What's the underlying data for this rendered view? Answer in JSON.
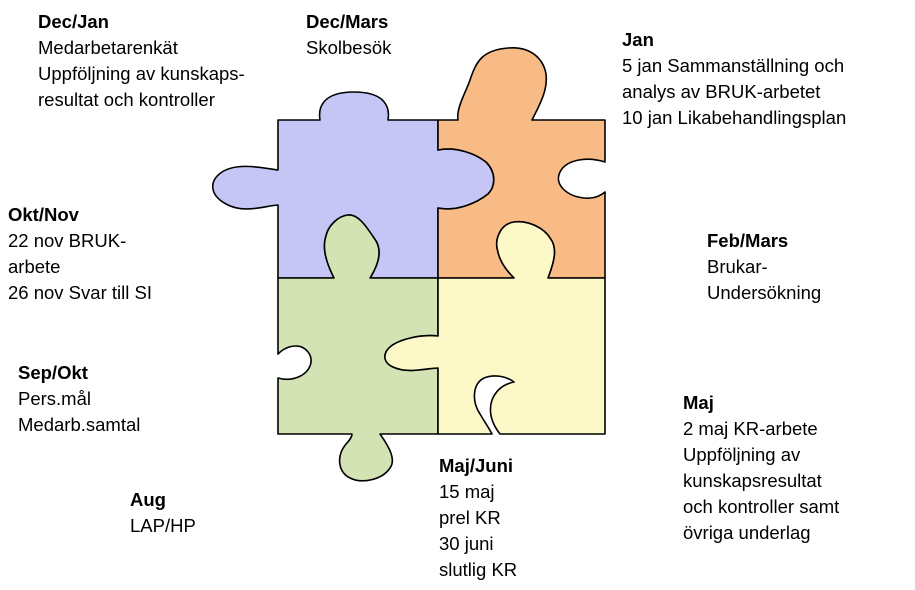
{
  "colors": {
    "lavender_piece": "#c6c6f6",
    "orange_piece": "#f8bb85",
    "green_piece": "#d4e3b3",
    "yellow_piece": "#fcf8c8",
    "outline": "#000000"
  },
  "blocks": {
    "dec_jan": {
      "title": "Dec/Jan",
      "lines": [
        "Medarbetarenkät",
        "Uppföljning av kunskaps-",
        "resultat och kontroller"
      ]
    },
    "dec_mars": {
      "title": "Dec/Mars",
      "lines": [
        "Skolbesök"
      ]
    },
    "jan": {
      "title": "Jan",
      "lines": [
        "5 jan Sammanställning och",
        "analys av BRUK-arbetet",
        "10 jan Likabehandlingsplan"
      ]
    },
    "okt_nov": {
      "title": "Okt/Nov",
      "lines": [
        "22 nov BRUK-",
        "arbete",
        "26 nov Svar till SI"
      ]
    },
    "feb_mars": {
      "title": "Feb/Mars",
      "lines": [
        "Brukar-",
        "Undersökning"
      ]
    },
    "sep_okt": {
      "title": "Sep/Okt",
      "lines": [
        "Pers.mål",
        "Medarb.samtal"
      ]
    },
    "maj": {
      "title": "Maj",
      "lines": [
        "2 maj KR-arbete",
        "Uppföljning av",
        "kunskapsresultat",
        "och kontroller samt",
        "övriga underlag"
      ]
    },
    "maj_juni": {
      "title": "Maj/Juni",
      "lines": [
        "15 maj",
        "prel KR",
        "30 juni",
        "slutlig KR"
      ]
    },
    "aug": {
      "title": "Aug",
      "lines": [
        "LAP/HP"
      ]
    }
  }
}
